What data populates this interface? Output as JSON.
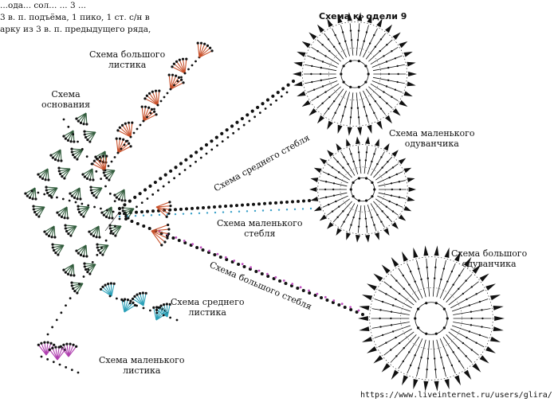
{
  "intro_lines": [
    "...ода... сол... ... 3 ...",
    "3 в. п. подъёма, 1 пико, 1 ст. с/н в",
    "арку из 3 в. п. предыдущего ряда,"
  ],
  "title": "Схема к › одели 9",
  "labels": {
    "big_leaf": [
      "Схема большого",
      "листика"
    ],
    "base": [
      "Схема",
      "основания"
    ],
    "medium_leaf": [
      "Схема среднего",
      "листика"
    ],
    "small_leaf": [
      "Схема маленького",
      "листика"
    ],
    "small_dandelion": [
      "Схема маленького",
      "одуванчика"
    ],
    "small_stem": [
      "Схема маленького",
      "стебля"
    ],
    "big_dandelion": [
      "Схема большого",
      "одуванчика"
    ],
    "medium_stem": "Схема среднего стебля",
    "big_stem": "Схема большого стебля"
  },
  "watermark": "https://www.liveinternet.ru/users/glira/",
  "colors": {
    "ink": "#111111",
    "big_leaf": "#c8502a",
    "base": "#2f5a3a",
    "medium_leaf": "#2aa0b8",
    "small_leaf": "#b040b0",
    "small_stem_accent": "#3aa0c8",
    "big_stem_accent": "#c050c0"
  }
}
